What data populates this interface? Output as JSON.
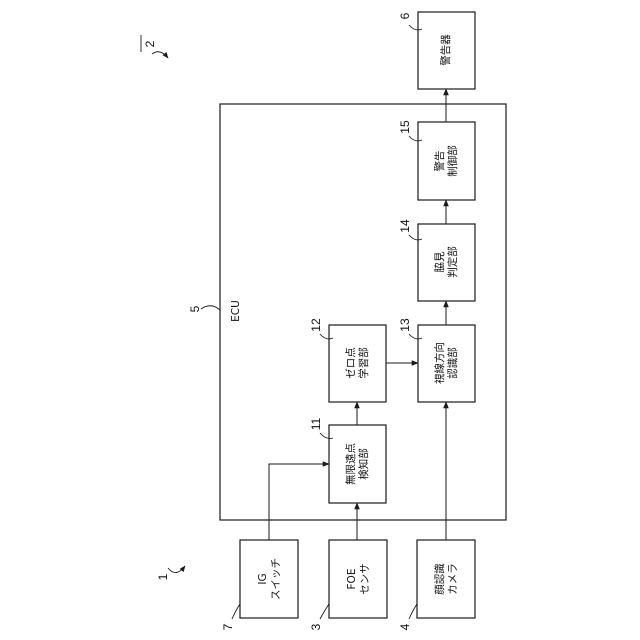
{
  "diagram": {
    "figure_number": "2",
    "system_ref": "1",
    "ecu": {
      "ref": "5",
      "label": "ECU"
    },
    "blocks": [
      {
        "id": "ig-switch",
        "ref": "7",
        "lines": [
          "IG",
          "スイッチ"
        ]
      },
      {
        "id": "foe-sensor",
        "ref": "3",
        "lines": [
          "FOE",
          "センサ"
        ]
      },
      {
        "id": "face-camera",
        "ref": "4",
        "lines": [
          "顔認識",
          "カメラ"
        ]
      },
      {
        "id": "infinity-point-detector",
        "ref": "11",
        "lines": [
          "無限遠点",
          "検知部"
        ]
      },
      {
        "id": "zero-point-learner",
        "ref": "12",
        "lines": [
          "ゼロ点",
          "学習部"
        ]
      },
      {
        "id": "gaze-direction-recognizer",
        "ref": "13",
        "lines": [
          "視線方向",
          "認識部"
        ]
      },
      {
        "id": "inattention-judge",
        "ref": "14",
        "lines": [
          "脇見",
          "判定部"
        ]
      },
      {
        "id": "warning-controller",
        "ref": "15",
        "lines": [
          "警告",
          "制御部"
        ]
      },
      {
        "id": "warning-device",
        "ref": "6",
        "lines": [
          "警告器"
        ]
      }
    ],
    "connections": [
      {
        "from": "ig-switch",
        "to": "infinity-point-detector"
      },
      {
        "from": "foe-sensor",
        "to": "infinity-point-detector"
      },
      {
        "from": "face-camera",
        "to": "gaze-direction-recognizer"
      },
      {
        "from": "infinity-point-detector",
        "to": "zero-point-learner"
      },
      {
        "from": "zero-point-learner",
        "to": "gaze-direction-recognizer"
      },
      {
        "from": "gaze-direction-recognizer",
        "to": "inattention-judge"
      },
      {
        "from": "inattention-judge",
        "to": "warning-controller"
      },
      {
        "from": "warning-controller",
        "to": "warning-device"
      }
    ]
  }
}
